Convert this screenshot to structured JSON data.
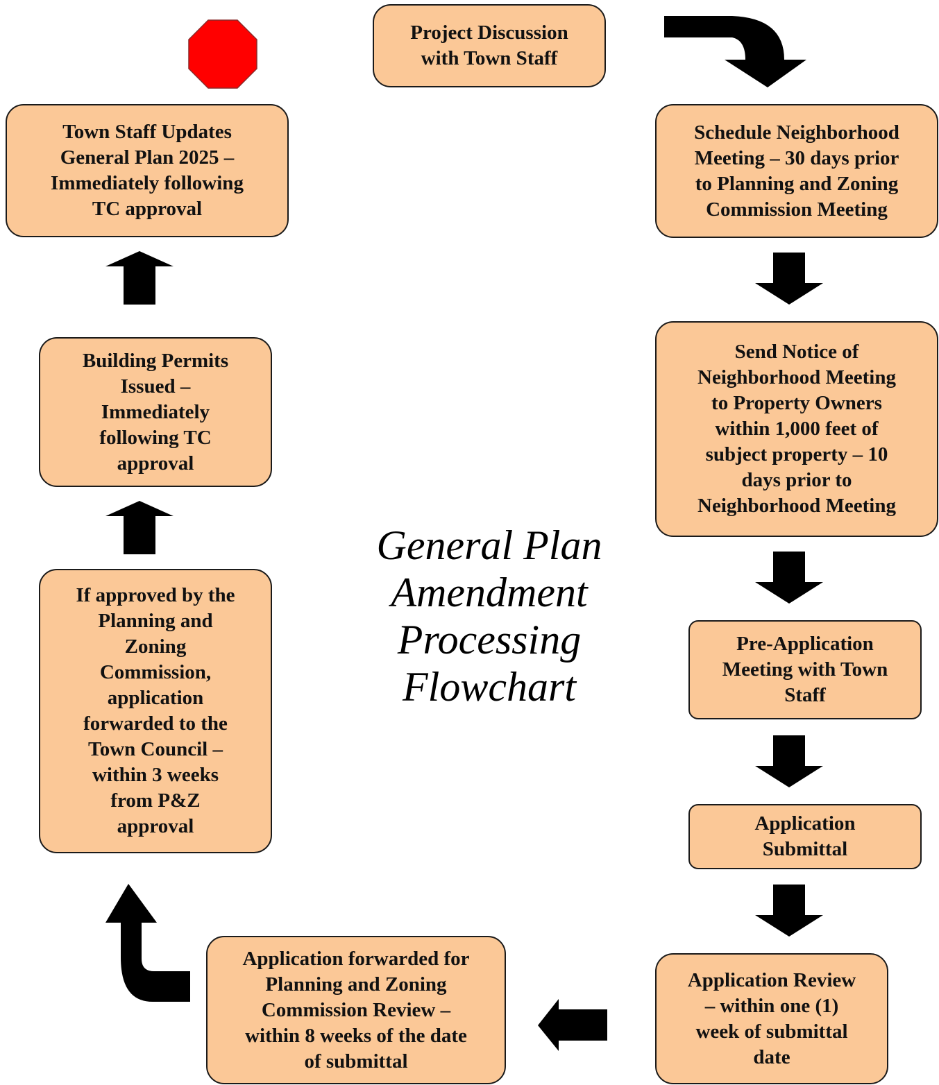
{
  "title": "General Plan\nAmendment\nProcessing\nFlowchart",
  "steps": {
    "project_discussion": "Project Discussion\nwith Town Staff",
    "schedule_neighborhood": "Schedule Neighborhood\nMeeting – 30 days prior\nto Planning and Zoning\nCommission Meeting",
    "send_notice": "Send Notice of\nNeighborhood Meeting\nto Property Owners\nwithin 1,000 feet of\nsubject property – 10\ndays prior to\nNeighborhood Meeting",
    "pre_application": "Pre-Application\nMeeting with Town\nStaff",
    "application_submittal": "Application\nSubmittal",
    "application_review": "Application Review\n– within one (1)\nweek of submittal\ndate",
    "pz_review": "Application forwarded for\nPlanning and Zoning\nCommission Review –\nwithin 8 weeks of the date\nof submittal",
    "council_forward": "If approved by the\nPlanning and\nZoning\nCommission,\napplication\nforwarded to the\nTown Council –\nwithin 3 weeks\nfrom P&Z\napproval",
    "building_permits": "Building Permits\nIssued –\nImmediately\nfollowing TC\napproval",
    "general_plan_update": "Town Staff Updates\nGeneral Plan 2025 –\nImmediately following\nTC approval"
  },
  "colors": {
    "box_fill": "#fbc897",
    "arrow": "#000000",
    "stop_sign": "#ff0000"
  },
  "icons": [
    "stop-sign-icon",
    "curved-arrow-icon",
    "down-arrow-icon",
    "up-arrow-icon",
    "left-arrow-icon"
  ]
}
